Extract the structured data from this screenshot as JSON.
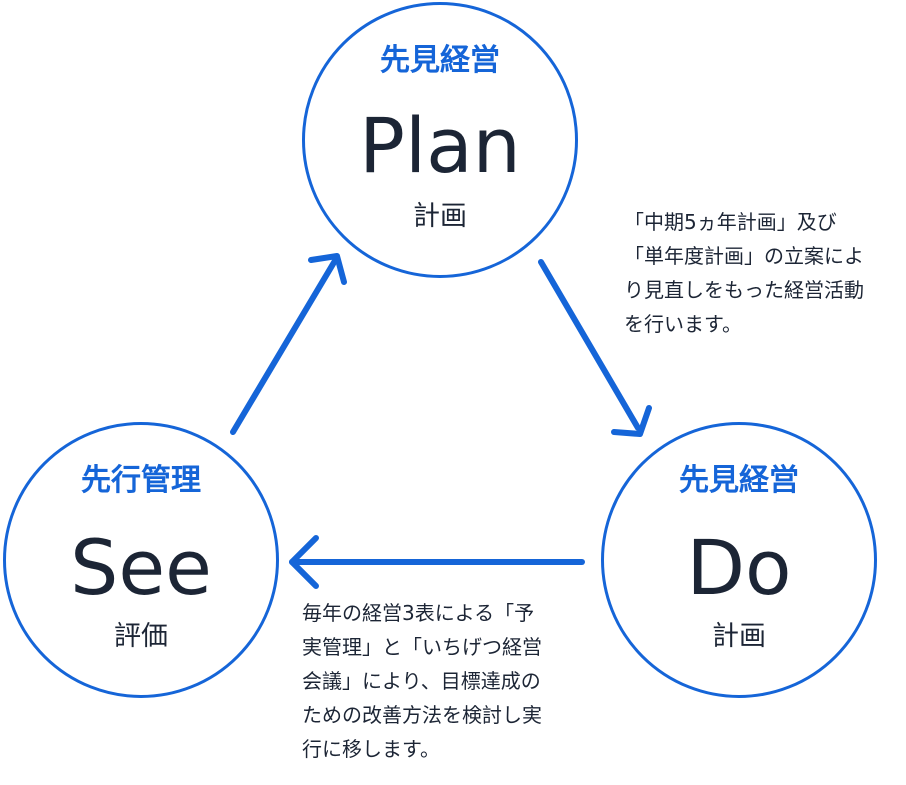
{
  "colors": {
    "accent": "#1565d8",
    "text": "#1c2535"
  },
  "nodes": {
    "plan": {
      "jp_title": "先見経営",
      "en_title": "Plan",
      "jp_sub": "計画"
    },
    "do": {
      "jp_title": "先見経営",
      "en_title": "Do",
      "jp_sub": "計画"
    },
    "see": {
      "jp_title": "先行管理",
      "en_title": "See",
      "jp_sub": "評価"
    }
  },
  "descriptions": {
    "plan_to_do": {
      "lines": [
        "「中期5ヵ年計画」及び",
        "「単年度計画」の立案によ",
        "り見直しをもった経営活動",
        "を行います。"
      ]
    },
    "do_to_see": {
      "lines": [
        "毎年の経営3表による「予",
        "実管理」と「いちげつ経営",
        "会議」により、目標達成の",
        "ための改善方法を検討し実",
        "行に移します。"
      ]
    }
  },
  "flow": [
    {
      "from": "Plan",
      "to": "Do"
    },
    {
      "from": "Do",
      "to": "See"
    },
    {
      "from": "See",
      "to": "Plan"
    }
  ]
}
